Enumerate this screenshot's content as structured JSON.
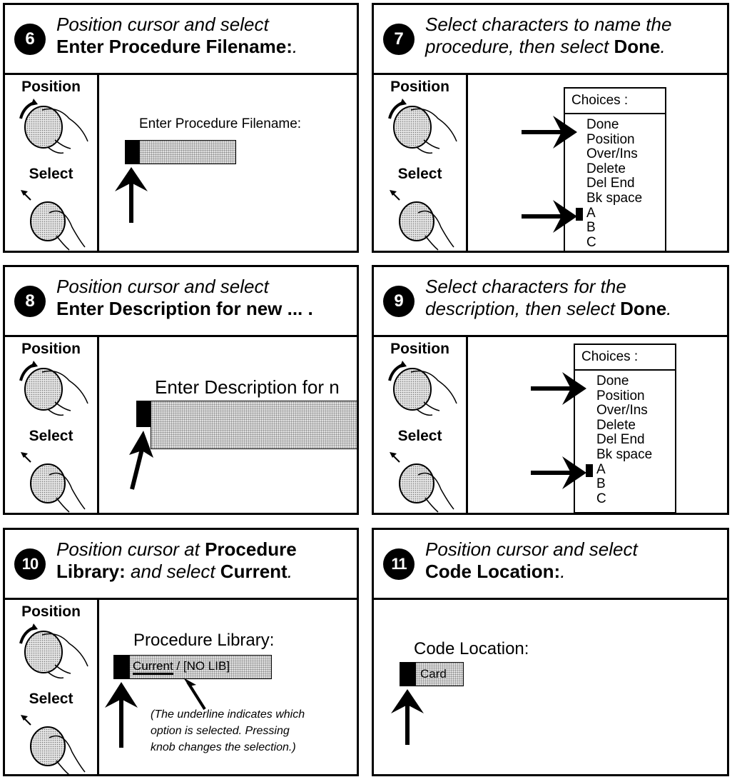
{
  "labels": {
    "position": "Position",
    "select": "Select"
  },
  "panels": [
    {
      "number": "6",
      "line1_italic": "Position cursor and select",
      "line2_bold": "Enter  Procedure  Filename:",
      "line2_tail": ".",
      "field_label": "Enter Procedure Filename:"
    },
    {
      "number": "7",
      "line1_italic": "Select characters to name the",
      "line2_italic": "procedure, then select ",
      "line2_bold": "Done",
      "line2_tail": ".",
      "choices_title": "Choices :",
      "choices": [
        "Done",
        "Position",
        "Over/Ins",
        "Delete",
        "Del End",
        "Bk space",
        "A",
        "B",
        "C"
      ]
    },
    {
      "number": "8",
      "line1_italic": "Position cursor and select",
      "line2_bold": "Enter Description for new ...",
      "line2_tail": " .",
      "field_label": "Enter Description for n"
    },
    {
      "number": "9",
      "line1_italic": "Select characters for the",
      "line2_italic": "description, then select ",
      "line2_bold": "Done",
      "line2_tail": ".",
      "choices_title": "Choices :",
      "choices": [
        "Done",
        "Position",
        "Over/Ins",
        "Delete",
        "Del End",
        "Bk space",
        "A",
        "B",
        "C"
      ]
    },
    {
      "number": "10",
      "line1_italic": "Position cursor at ",
      "line1_bold": "Procedure",
      "line2_bold": "Library:",
      "line2_italic": " and select ",
      "line2_bold2": "Current",
      "line2_tail": ".",
      "field_label": "Procedure Library:",
      "option_current": "Current",
      "option_rest": " / [NO LIB]",
      "note_lines": [
        "(The underline indicates which",
        "option is selected. Pressing",
        "knob changes the selection.)"
      ]
    },
    {
      "number": "11",
      "line1_italic": "Position cursor and select",
      "line2_bold": "Code Location:",
      "line2_tail": ".",
      "field_label": "Code Location:",
      "field_value": "Card"
    }
  ]
}
